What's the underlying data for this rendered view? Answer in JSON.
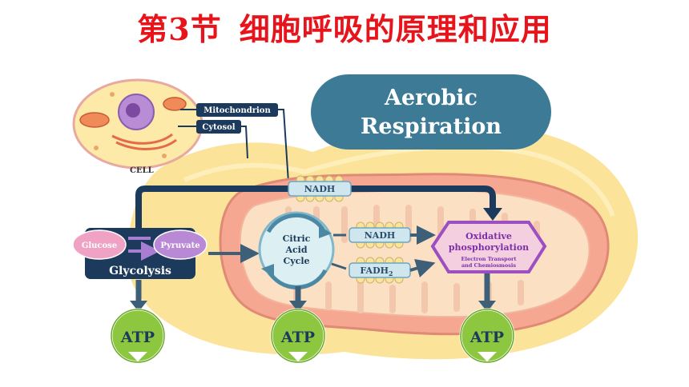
{
  "title": {
    "part1": "第3节",
    "part2": "细胞呼吸的原理和应用"
  },
  "banner": {
    "line1": "Aerobic",
    "line2": "Respiration"
  },
  "cell": {
    "label": "CELL",
    "mitochondrion": "Mitochondrion",
    "cytosol": "Cytosol"
  },
  "glycolysis": {
    "label": "Glycolysis",
    "glucose": "Glucose",
    "pyruvate": "Pyruvate"
  },
  "cycle": {
    "line1": "Citric",
    "line2": "Acid",
    "line3": "Cycle"
  },
  "carriers": {
    "nadh_top": "NADH",
    "nadh": "NADH",
    "fadh": "FADH",
    "fadh_sub": "2"
  },
  "oxphos": {
    "line1": "Oxidative",
    "line2": "phosphorylation",
    "line3": "Electron Transport",
    "line4": "and Chemiosmosis"
  },
  "atp": {
    "a1": "ATP",
    "a2": "ATP",
    "a3": "ATP"
  },
  "colors": {
    "title": "#e8141b",
    "banner": "#3d7a96",
    "navy": "#1c3a5b",
    "purple": "#9b4fc0"
  }
}
